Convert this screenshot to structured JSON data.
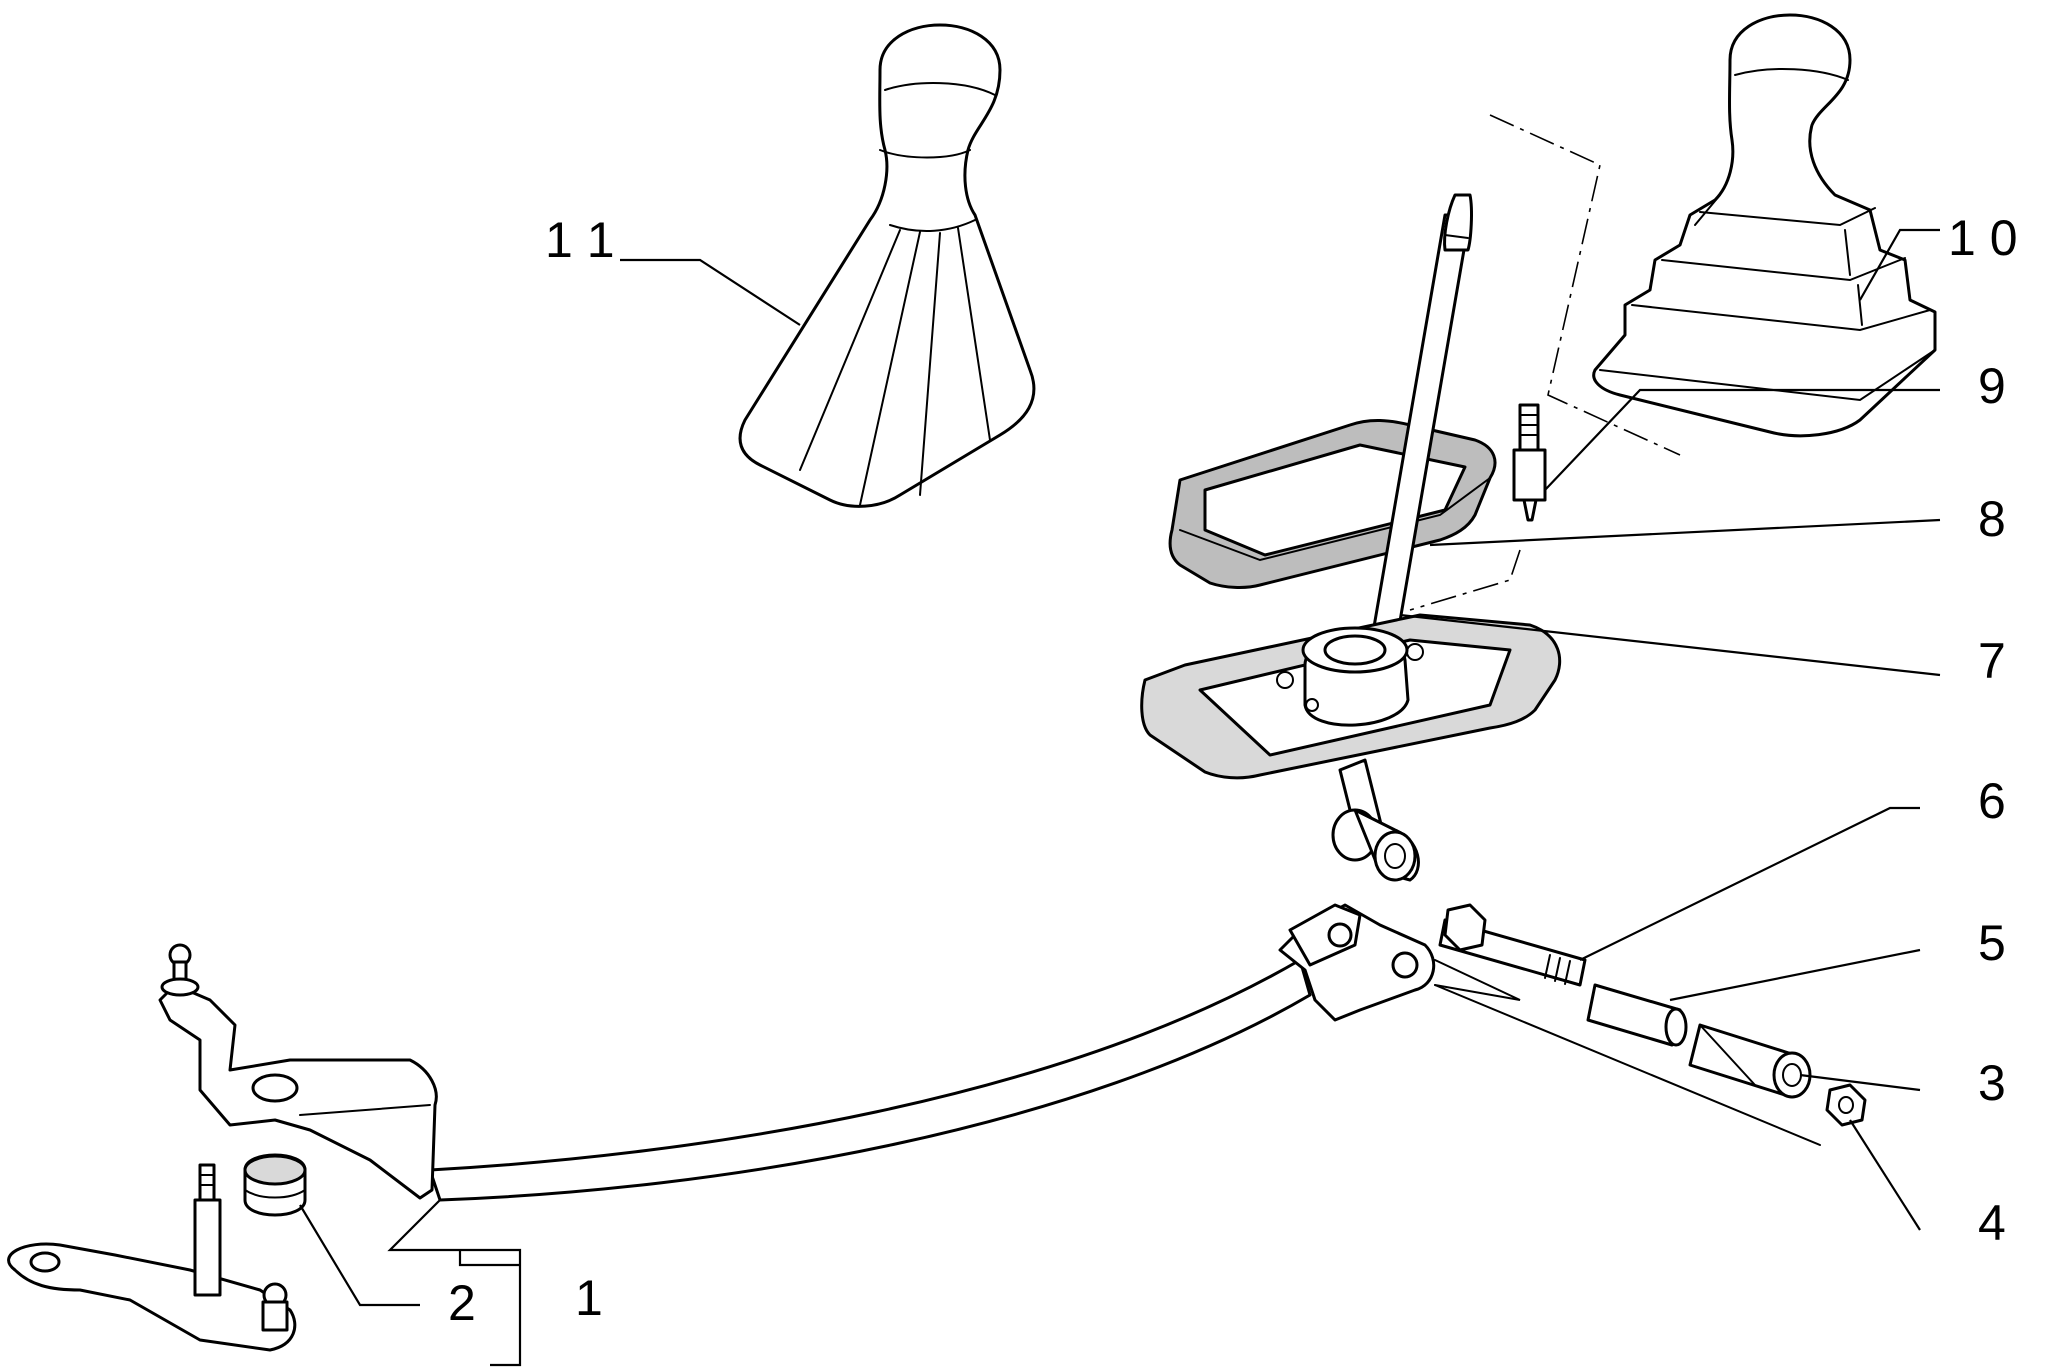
{
  "callouts": {
    "c1": "1",
    "c2": "2",
    "c3": "3",
    "c4": "4",
    "c5": "5",
    "c6": "6",
    "c7": "7",
    "c8": "8",
    "c9": "9",
    "c10": "1 0",
    "c11": "1 1"
  }
}
